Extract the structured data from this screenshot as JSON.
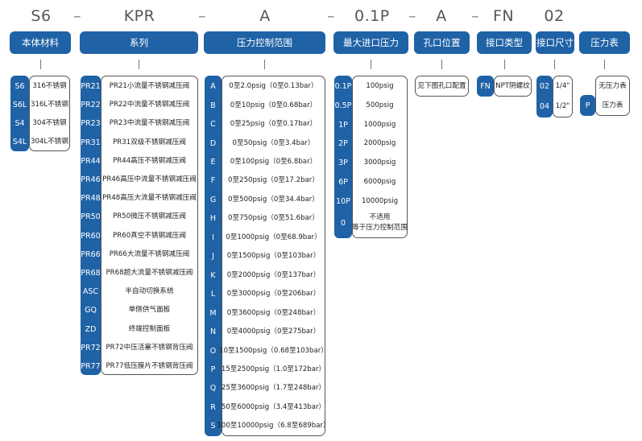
{
  "codes": {
    "material": "S6",
    "series": "KPR",
    "range": "A",
    "max_inlet": "0.1P",
    "port_position": "A",
    "port_type": "FN",
    "port_size": "02",
    "dash": "–"
  },
  "headers": {
    "material": "本体材料",
    "series": "系列",
    "range": "压力控制范围",
    "max_inlet": "最大进口压力",
    "port_position": "孔口位置",
    "port_type": "接口类型",
    "port_size": "接口尺寸",
    "gauge": "压力表"
  },
  "material": [
    {
      "code": "S6",
      "desc": "316不锈钢"
    },
    {
      "code": "S6L",
      "desc": "316L不锈钢"
    },
    {
      "code": "S4",
      "desc": "304不锈钢"
    },
    {
      "code": "S4L",
      "desc": "304L不锈钢"
    }
  ],
  "series": [
    {
      "code": "PR21",
      "desc": "PR21小流量不锈钢减压阀"
    },
    {
      "code": "PR22",
      "desc": "PR22中流量不锈钢减压阀"
    },
    {
      "code": "PR23",
      "desc": "PR23中流量不锈钢减压阀"
    },
    {
      "code": "PR31",
      "desc": "PR31双级不锈钢减压阀"
    },
    {
      "code": "PR44",
      "desc": "PR44高压不锈钢减压阀"
    },
    {
      "code": "PR46",
      "desc": "PR46高压中流量不锈钢减压阀"
    },
    {
      "code": "PR48",
      "desc": "PR48高压大流量不锈钢减压阀"
    },
    {
      "code": "PR50",
      "desc": "PR50微压不锈钢减压阀"
    },
    {
      "code": "PR60",
      "desc": "PR60真空不锈钢减压阀"
    },
    {
      "code": "PR66",
      "desc": "PR66大流量不锈钢减压阀"
    },
    {
      "code": "PR68",
      "desc": "PR68超大流量不锈钢减压阀"
    },
    {
      "code": "ASC",
      "desc": "半自动切换系统"
    },
    {
      "code": "GQ",
      "desc": "单侧供气面板"
    },
    {
      "code": "ZD",
      "desc": "终端控制面板"
    },
    {
      "code": "PR72",
      "desc": "PR72中压活塞不锈钢背压阀"
    },
    {
      "code": "PR77",
      "desc": "PR77低压膜片不锈钢背压阀"
    }
  ],
  "range": [
    {
      "code": "A",
      "desc": "0至2.0psig（0至0.13bar）"
    },
    {
      "code": "B",
      "desc": "0至10psig（0至0.68bar）"
    },
    {
      "code": "C",
      "desc": "0至25psig（0至0.17bar）"
    },
    {
      "code": "D",
      "desc": "0至50psig（0至3.4bar）"
    },
    {
      "code": "E",
      "desc": "0至100psig（0至6.8bar）"
    },
    {
      "code": "F",
      "desc": "0至250psig（0至17.2bar）"
    },
    {
      "code": "G",
      "desc": "0至500psig（0至34.4bar）"
    },
    {
      "code": "H",
      "desc": "0至750psig（0至51.6bar）"
    },
    {
      "code": "I",
      "desc": "0至1000psig（0至68.9bar）"
    },
    {
      "code": "J",
      "desc": "0至1500psig（0至103bar）"
    },
    {
      "code": "K",
      "desc": "0至2000psig（0至137bar）"
    },
    {
      "code": "L",
      "desc": "0至3000psig（0至206bar）"
    },
    {
      "code": "M",
      "desc": "0至3600psig（0至248bar）"
    },
    {
      "code": "N",
      "desc": "0至4000psig（0至275bar）"
    },
    {
      "code": "O",
      "desc": "10至1500psig（0.68至103bar）"
    },
    {
      "code": "P",
      "desc": "15至2500psig（1.0至172bar）"
    },
    {
      "code": "Q",
      "desc": "25至3600psig（1.7至248bar）"
    },
    {
      "code": "R",
      "desc": "50至6000psig（3.4至413bar）"
    },
    {
      "code": "S",
      "desc": "100至10000psig（6.8至689bar）"
    }
  ],
  "max_inlet": [
    {
      "code": "0.1P",
      "desc": "100psig"
    },
    {
      "code": "0.5P",
      "desc": "500psig"
    },
    {
      "code": "1P",
      "desc": "1000psig"
    },
    {
      "code": "2P",
      "desc": "2000psig"
    },
    {
      "code": "3P",
      "desc": "3000psig"
    },
    {
      "code": "6P",
      "desc": "6000psig"
    },
    {
      "code": "10P",
      "desc": "10000psig"
    },
    {
      "code": "0",
      "desc_line1": "不适用",
      "desc_line2": "等于压力控制范围"
    }
  ],
  "port_position": {
    "desc": "见下图孔口配置"
  },
  "port_type": {
    "code": "FN",
    "desc": "NPT阴螺纹"
  },
  "port_size": [
    {
      "code": "02",
      "desc": "1/4\""
    },
    {
      "code": "04",
      "desc": "1/2\""
    }
  ],
  "gauge": [
    {
      "code": "P",
      "desc_top": "无压力表",
      "desc_bottom": "压力表"
    }
  ]
}
